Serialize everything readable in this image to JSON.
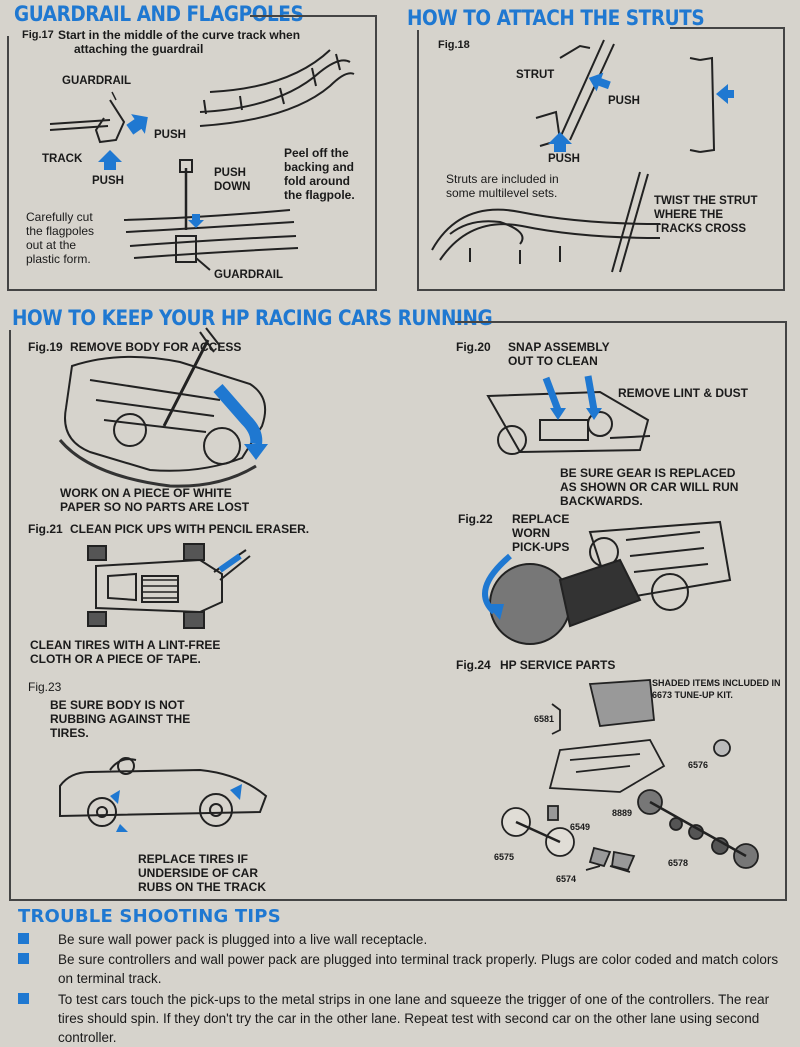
{
  "colors": {
    "accent": "#1f78d1",
    "paper": "#d6d3cc",
    "ink": "#1a1a1a"
  },
  "guardrail": {
    "title": "GUARDRAIL AND FLAGPOLES",
    "fig17": "Fig.17",
    "fig17_text_1": "Start in the middle of the curve track when",
    "fig17_text_2": "attaching the guardrail",
    "label_guardrail": "GUARDRAIL",
    "label_push": "PUSH",
    "label_track": "TRACK",
    "label_push2": "PUSH",
    "label_push_down_1": "PUSH",
    "label_push_down_2": "DOWN",
    "peel_1": "Peel off the",
    "peel_2": "backing and",
    "peel_3": "fold around",
    "peel_4": "the flagpole.",
    "cut_1": "Carefully cut",
    "cut_2": "the flagpoles",
    "cut_3": "out at the",
    "cut_4": "plastic form.",
    "label_guardrail2": "GUARDRAIL"
  },
  "struts": {
    "title": "HOW TO ATTACH THE STRUTS",
    "fig18": "Fig.18",
    "label_strut": "STRUT",
    "label_push": "PUSH",
    "label_push2": "PUSH",
    "included_1": "Struts are included in",
    "included_2": "some multilevel sets.",
    "twist_1": "TWIST THE STRUT",
    "twist_2": "WHERE THE",
    "twist_3": "TRACKS CROSS"
  },
  "running": {
    "title": "HOW TO KEEP YOUR HP RACING CARS RUNNING",
    "fig19": "Fig.19",
    "fig19_text": "REMOVE BODY FOR ACCESS",
    "white_1": "WORK ON A PIECE OF WHITE",
    "white_2": "PAPER SO NO PARTS ARE LOST",
    "fig21": "Fig.21",
    "fig21_text": "CLEAN PICK UPS WITH PENCIL ERASER.",
    "tires_1": "CLEAN TIRES WITH A LINT-FREE",
    "tires_2": "CLOTH OR A PIECE OF TAPE.",
    "fig23": "Fig.23",
    "body_1": "BE SURE BODY IS NOT",
    "body_2": "RUBBING AGAINST THE",
    "body_3": "TIRES.",
    "replace_1": "REPLACE TIRES IF",
    "replace_2": "UNDERSIDE OF CAR",
    "replace_3": "RUBS ON THE TRACK",
    "fig20": "Fig.20",
    "fig20_text_1": "SNAP ASSEMBLY",
    "fig20_text_2": "OUT TO CLEAN",
    "lint": "REMOVE LINT & DUST",
    "gear_1": "BE SURE GEAR IS REPLACED",
    "gear_2": "AS SHOWN OR CAR WILL RUN",
    "gear_3": "BACKWARDS.",
    "fig22": "Fig.22",
    "fig22_text_1": "REPLACE",
    "fig22_text_2": "WORN",
    "fig22_text_3": "PICK-UPS",
    "fig24": "Fig.24",
    "fig24_text": "HP SERVICE PARTS",
    "shaded_1": "SHADED ITEMS INCLUDED IN",
    "shaded_2": "6673 TUNE-UP KIT.",
    "parts": {
      "p6581": "6581",
      "p6576": "6576",
      "p8889": "8889",
      "p6549": "6549",
      "p6575": "6575",
      "p6578": "6578",
      "p6574": "6574"
    }
  },
  "trouble": {
    "title": "TROUBLE SHOOTING TIPS",
    "tips": [
      "Be sure wall power pack is plugged into a live wall receptacle.",
      "Be sure controllers and wall power pack are plugged into terminal track properly. Plugs are color coded and match colors on terminal track.",
      "To test cars touch the pick-ups to the metal strips in one lane and squeeze the trigger of one of the controllers. The rear tires should spin. If they don't try the car in the other lane. Repeat test with second car on the other lane using second controller."
    ]
  }
}
